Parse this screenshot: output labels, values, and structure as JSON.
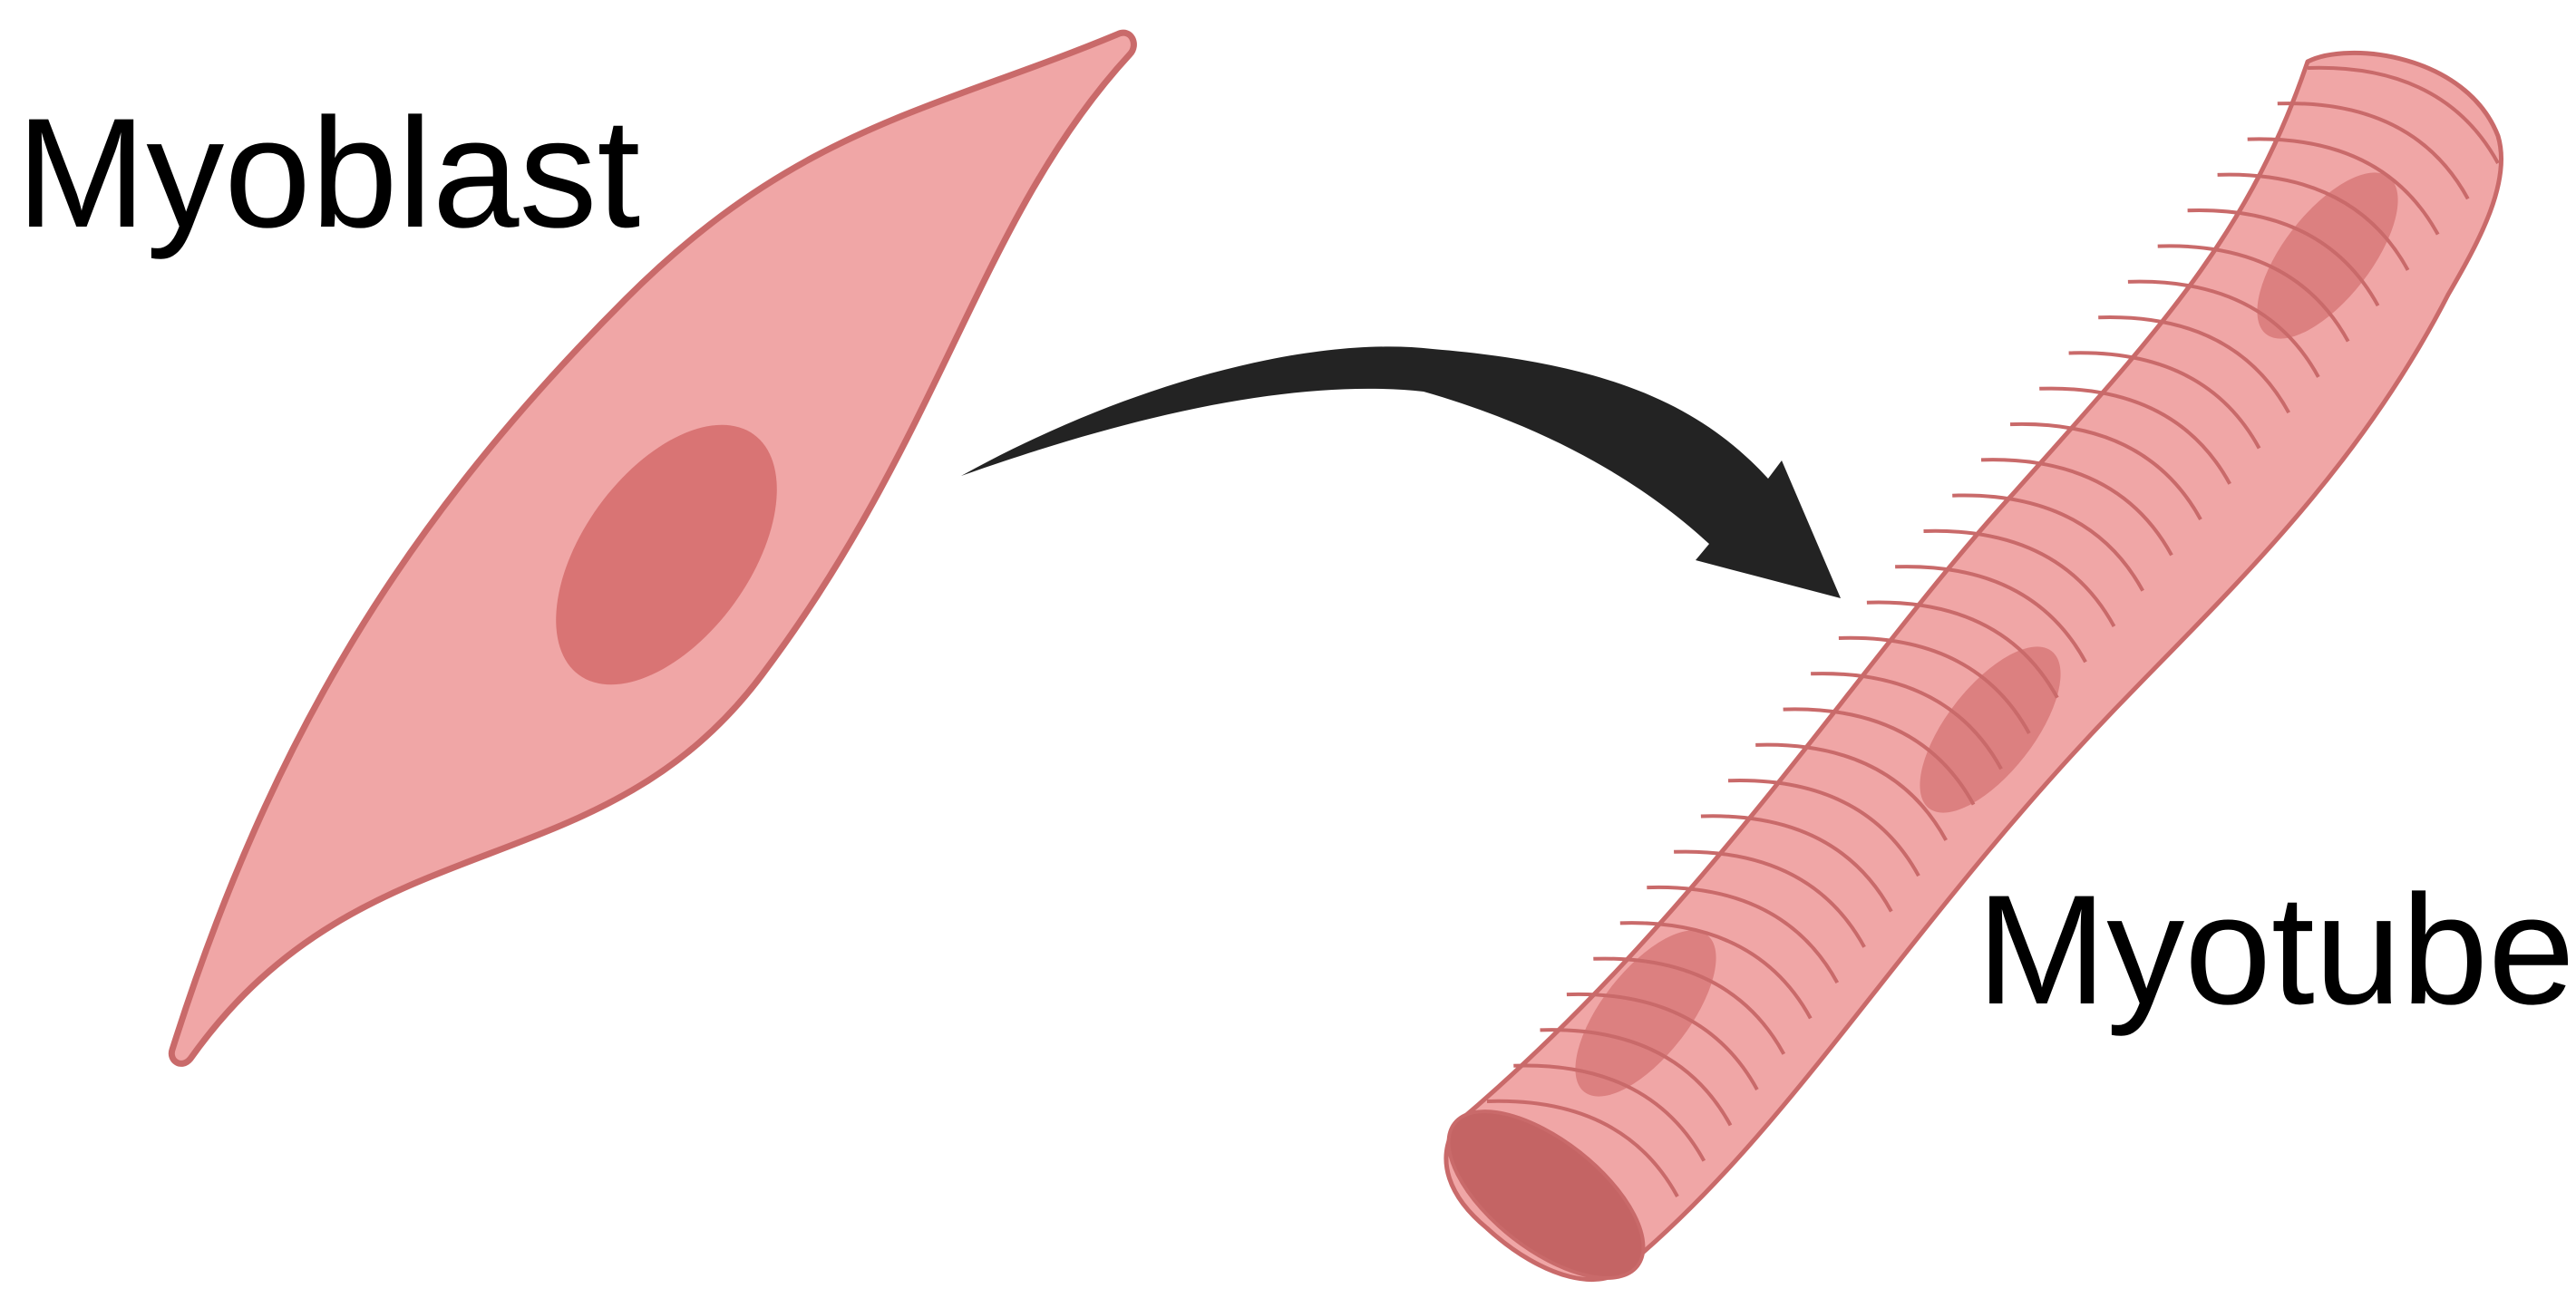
{
  "labels": {
    "myoblast": "Myoblast",
    "myotube": "Myotube"
  },
  "colors": {
    "cell_fill": "#f0a6a6",
    "cell_outline": "#c96a6a",
    "nucleus": "#d97474",
    "nucleus_faint": "#dc8080",
    "tube_end": "#c46464",
    "arrow": "#232323",
    "text": "#000000",
    "background": "#ffffff"
  },
  "icons": {
    "cell": "myoblast-cell",
    "transition": "curved-arrow",
    "fiber": "myotube-fiber"
  }
}
